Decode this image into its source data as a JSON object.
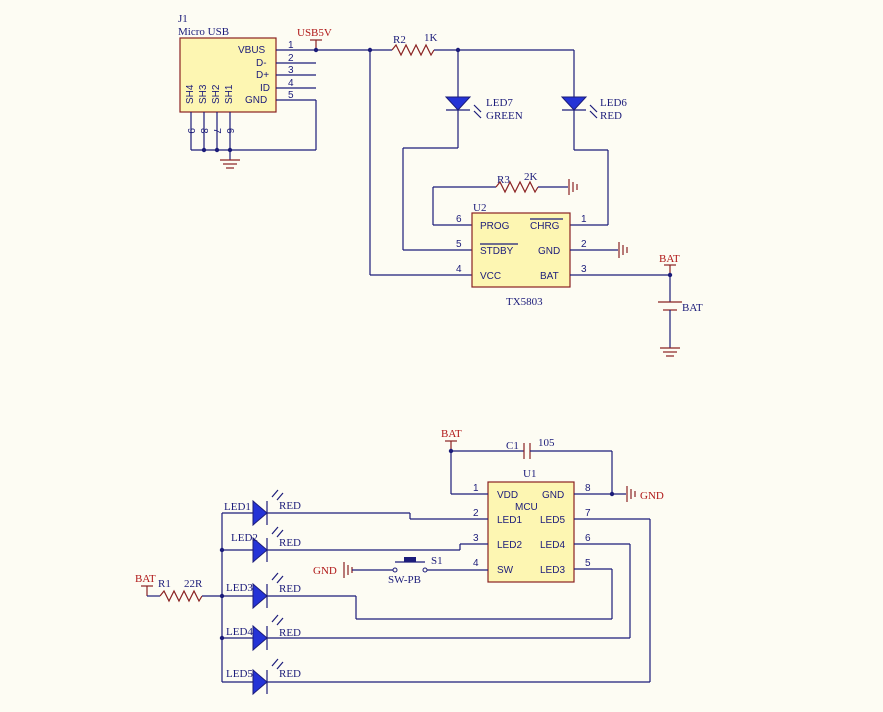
{
  "j1": {
    "ref": "J1",
    "name": "Micro USB",
    "pins_right": [
      "VBUS",
      "D-",
      "D+",
      "ID",
      "GND"
    ],
    "pins_right_num": [
      "1",
      "2",
      "3",
      "4",
      "5"
    ],
    "pins_bottom": [
      "SH4",
      "SH3",
      "SH2",
      "SH1"
    ],
    "pins_bottom_num": [
      "9",
      "8",
      "7",
      "6"
    ]
  },
  "net_usb5v": "USB5V",
  "r2": {
    "ref": "R2",
    "value": "1K"
  },
  "r3": {
    "ref": "R3",
    "value": "2K"
  },
  "led7": {
    "ref": "LED7",
    "color": "GREEN"
  },
  "led6": {
    "ref": "LED6",
    "color": "RED"
  },
  "u2": {
    "ref": "U2",
    "name": "TX5803",
    "left": [
      "PROG",
      "STDBY",
      "VCC"
    ],
    "left_num": [
      "6",
      "5",
      "4"
    ],
    "right": [
      "CHRG",
      "GND",
      "BAT"
    ],
    "right_num": [
      "1",
      "2",
      "3"
    ]
  },
  "bat_net": "BAT",
  "bat_cell": "BAT",
  "c1": {
    "ref": "C1",
    "value": "105"
  },
  "u1": {
    "ref": "U1",
    "name": "MCU",
    "left": [
      "VDD",
      "LED1",
      "LED2",
      "SW"
    ],
    "left_num": [
      "1",
      "2",
      "3",
      "4"
    ],
    "right": [
      "GND",
      "LED5",
      "LED4",
      "LED3"
    ],
    "right_num": [
      "8",
      "7",
      "6",
      "5"
    ]
  },
  "gnd_label": "GND",
  "gnd_label2": "GND",
  "s1": {
    "ref": "S1",
    "value": "SW-PB"
  },
  "r1": {
    "ref": "R1",
    "value": "22R"
  },
  "bat_net2": "BAT",
  "bat_net3": "BAT",
  "leds": [
    {
      "ref": "LED1",
      "color": "RED"
    },
    {
      "ref": "LED2",
      "color": "RED"
    },
    {
      "ref": "LED3",
      "color": "RED"
    },
    {
      "ref": "LED4",
      "color": "RED"
    },
    {
      "ref": "LED5",
      "color": "RED"
    }
  ],
  "colors": {
    "wire": "#1c1c7a",
    "component": "#8a2222",
    "ic_fill": "#fdf6b2",
    "net_label": "#b01818",
    "led": "#2433d6",
    "background": "#fdfcf3"
  }
}
